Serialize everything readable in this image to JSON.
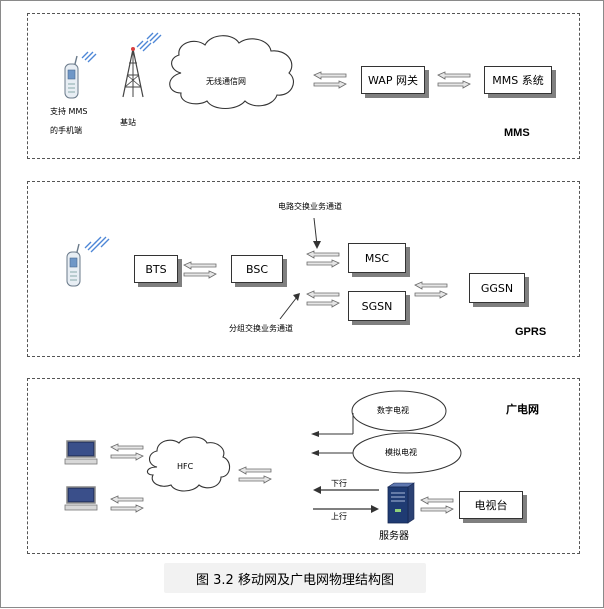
{
  "figure": {
    "caption": "图 3.2 移动网及广电网物理结构图",
    "colors": {
      "border": "#555555",
      "shadow": "#7f7f7f",
      "arrow_fill": "#e6e6e6",
      "server": "#1f3b73"
    }
  },
  "mms_panel": {
    "phone_label_line1": "支持 MMS",
    "phone_label_line2": "的手机端",
    "tower_label": "基站",
    "cloud_label": "无线通信网",
    "wap_gateway": "WAP 网关",
    "mms_system": "MMS 系统",
    "title": "MMS"
  },
  "gprs_panel": {
    "bts": "BTS",
    "bsc": "BSC",
    "msc": "MSC",
    "sgsn": "SGSN",
    "ggsn": "GGSN",
    "circuit_channel_label": "电路交换业务通道",
    "packet_channel_label": "分组交换业务通道",
    "title": "GPRS"
  },
  "hfc_panel": {
    "title": "广电网",
    "cloud_label": "HFC",
    "digital_tv": "数字电视",
    "analog_tv": "模拟电视",
    "downlink": "下行",
    "uplink": "上行",
    "server_label": "服务器",
    "tv_station": "电视台"
  }
}
